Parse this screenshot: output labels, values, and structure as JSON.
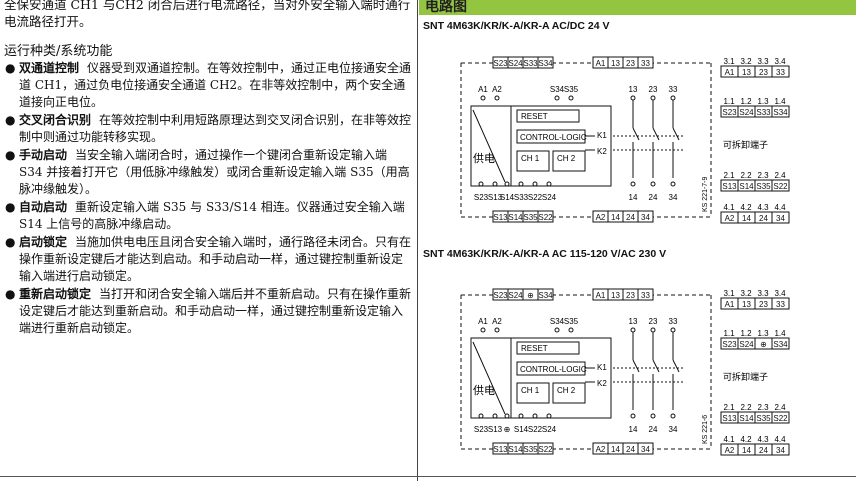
{
  "intro_text": "全保安通道 CH1 与CH2 闭合后进行电流路径，当对外安全输入端时通行电流路径打开。",
  "section_title": "运行种类/系统功能",
  "features": [
    {
      "term": "双通道控制",
      "text": "仪器受到双通道控制。在等效控制中，通过正电位接通安全通道 CH1，通过负电位接通安全通道 CH2。在非等效控制中，两个安全通道接向正电位。"
    },
    {
      "term": "交叉闭合识别",
      "text": "在等效控制中利用短路原理达到交叉闭合识别，在非等效控制中则通过功能转移实现。"
    },
    {
      "term": "手动启动",
      "text": "当安全输入端闭合时，通过操作一个键闭合重新设定输入端 S34 并接着打开它（用低脉冲缘触发）或闭合重新设定输入端 S35（用高脉冲缘触发）。"
    },
    {
      "term": "自动启动",
      "text": "重新设定输入端 S35 与 S33/S14 相连。仪器通过安全输入端 S14 上信号的高脉冲缘启动。"
    },
    {
      "term": "启动锁定",
      "text": "当施加供电电压且闭合安全输入端时，通行路径未闭合。只有在操作重新设定键后才能达到启动。和手动启动一样，通过键控制重新设定输入端进行启动锁定。"
    },
    {
      "term": "重新启动锁定",
      "text": "当打开和闭合安全输入端后并不重新启动。只有在操作重新设定键后才能达到重新启动。和手动启动一样，通过键控制重新设定输入端进行重新启动锁定。"
    }
  ],
  "bullet": "●",
  "right_header": "电路图",
  "diagrams": [
    {
      "title": "SNT 4M63K/KR/K-A/KR-A AC/DC 24 V",
      "top_terms": [
        "S23",
        "S24",
        "S33",
        "S34"
      ],
      "top_terms_b": [
        "A1",
        "13",
        "23",
        "33"
      ],
      "bottom_terms": [
        "S13",
        "S14",
        "S35",
        "S22"
      ],
      "bottom_terms_b": [
        "A2",
        "14",
        "24",
        "34"
      ],
      "pin_top": [
        "A1",
        "A2",
        "S34",
        "S35",
        "13",
        "23",
        "33"
      ],
      "pin_bottom": [
        "S23",
        "S13",
        "S14",
        "S33",
        "S22",
        "S24",
        "14",
        "24",
        "34"
      ],
      "reset": "RESET",
      "logic": "CONTROL-LOGIC",
      "ch1": "CH 1",
      "ch2": "CH 2",
      "k1": "K1",
      "k2": "K2",
      "supply": "供电",
      "code": "KS 221-7-9",
      "side_rows": [
        {
          "nums": [
            "3.1",
            "3.2",
            "3.3",
            "3.4"
          ],
          "terms": [
            "A1",
            "13",
            "23",
            "33"
          ]
        },
        {
          "nums": [
            "1.1",
            "1.2",
            "1.3",
            "1.4"
          ],
          "terms": [
            "S23",
            "S24",
            "S33",
            "S34"
          ]
        },
        {
          "nums": [
            "2.1",
            "2.2",
            "2.3",
            "2.4"
          ],
          "terms": [
            "S13",
            "S14",
            "S35",
            "S22"
          ]
        },
        {
          "nums": [
            "4.1",
            "4.2",
            "4.3",
            "4.4"
          ],
          "terms": [
            "A2",
            "14",
            "24",
            "34"
          ]
        }
      ],
      "removable": "可拆卸端子"
    },
    {
      "title": "SNT 4M63K/KR/K-A/KR-A AC 115-120 V/AC 230 V",
      "top_terms": [
        "S23",
        "S24",
        "⊕",
        "S34"
      ],
      "top_terms_b": [
        "A1",
        "13",
        "23",
        "33"
      ],
      "bottom_terms": [
        "S13",
        "S14",
        "S35",
        "S22"
      ],
      "bottom_terms_b": [
        "A2",
        "14",
        "24",
        "34"
      ],
      "pin_top": [
        "A1",
        "A2",
        "S34",
        "S35",
        "13",
        "23",
        "33"
      ],
      "pin_bottom": [
        "S23",
        "S13",
        "⊕",
        "S14",
        "S22",
        "S24",
        "14",
        "24",
        "34"
      ],
      "reset": "RESET",
      "logic": "CONTROL-LOGIC",
      "ch1": "CH 1",
      "ch2": "CH 2",
      "k1": "K1",
      "k2": "K2",
      "supply": "供电",
      "code": "KS 221-6",
      "side_rows": [
        {
          "nums": [
            "3.1",
            "3.2",
            "3.3",
            "3.4"
          ],
          "terms": [
            "A1",
            "13",
            "23",
            "33"
          ]
        },
        {
          "nums": [
            "1.1",
            "1.2",
            "1.3",
            "1.4"
          ],
          "terms": [
            "S23",
            "S24",
            "⊕",
            "S34"
          ]
        },
        {
          "nums": [
            "2.1",
            "2.2",
            "2.3",
            "2.4"
          ],
          "terms": [
            "S13",
            "S14",
            "S35",
            "S22"
          ]
        },
        {
          "nums": [
            "4.1",
            "4.2",
            "4.3",
            "4.4"
          ],
          "terms": [
            "A2",
            "14",
            "24",
            "34"
          ]
        }
      ],
      "removable": "可拆卸端子"
    }
  ]
}
